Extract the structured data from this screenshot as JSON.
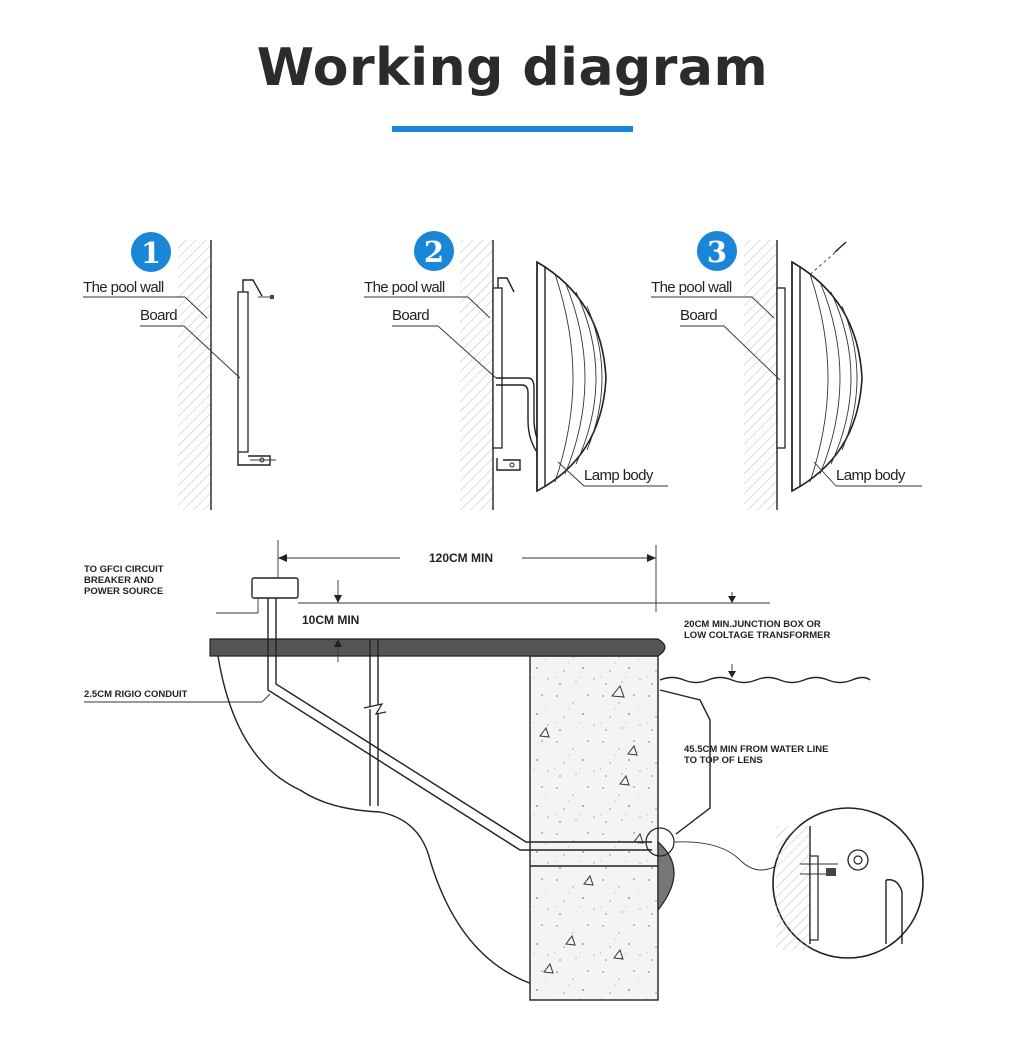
{
  "title": "Working diagram",
  "accent_color": "#1a86d8",
  "steps": [
    {
      "number": "1",
      "labels": {
        "wall": "The pool wall",
        "board": "Board"
      }
    },
    {
      "number": "2",
      "labels": {
        "wall": "The pool wall",
        "board": "Board",
        "lamp": "Lamp body"
      }
    },
    {
      "number": "3",
      "labels": {
        "wall": "The pool wall",
        "board": "Board",
        "lamp": "Lamp body"
      }
    }
  ],
  "installation": {
    "gfci_lines": [
      "TO GFCI CIRCUIT",
      "BREAKER AND",
      "POWER SOURCE"
    ],
    "distance_label": "120CM MIN",
    "height_label": "10CM MIN",
    "junction_lines": [
      "20CM MIN.JUNCTION BOX OR",
      "LOW COLTAGE TRANSFORMER"
    ],
    "conduit_label": "2.5CM RIGIO CONDUIT",
    "water_lines": [
      "45.5CM MIN FROM WATER LINE",
      "TO TOP OF LENS"
    ]
  }
}
